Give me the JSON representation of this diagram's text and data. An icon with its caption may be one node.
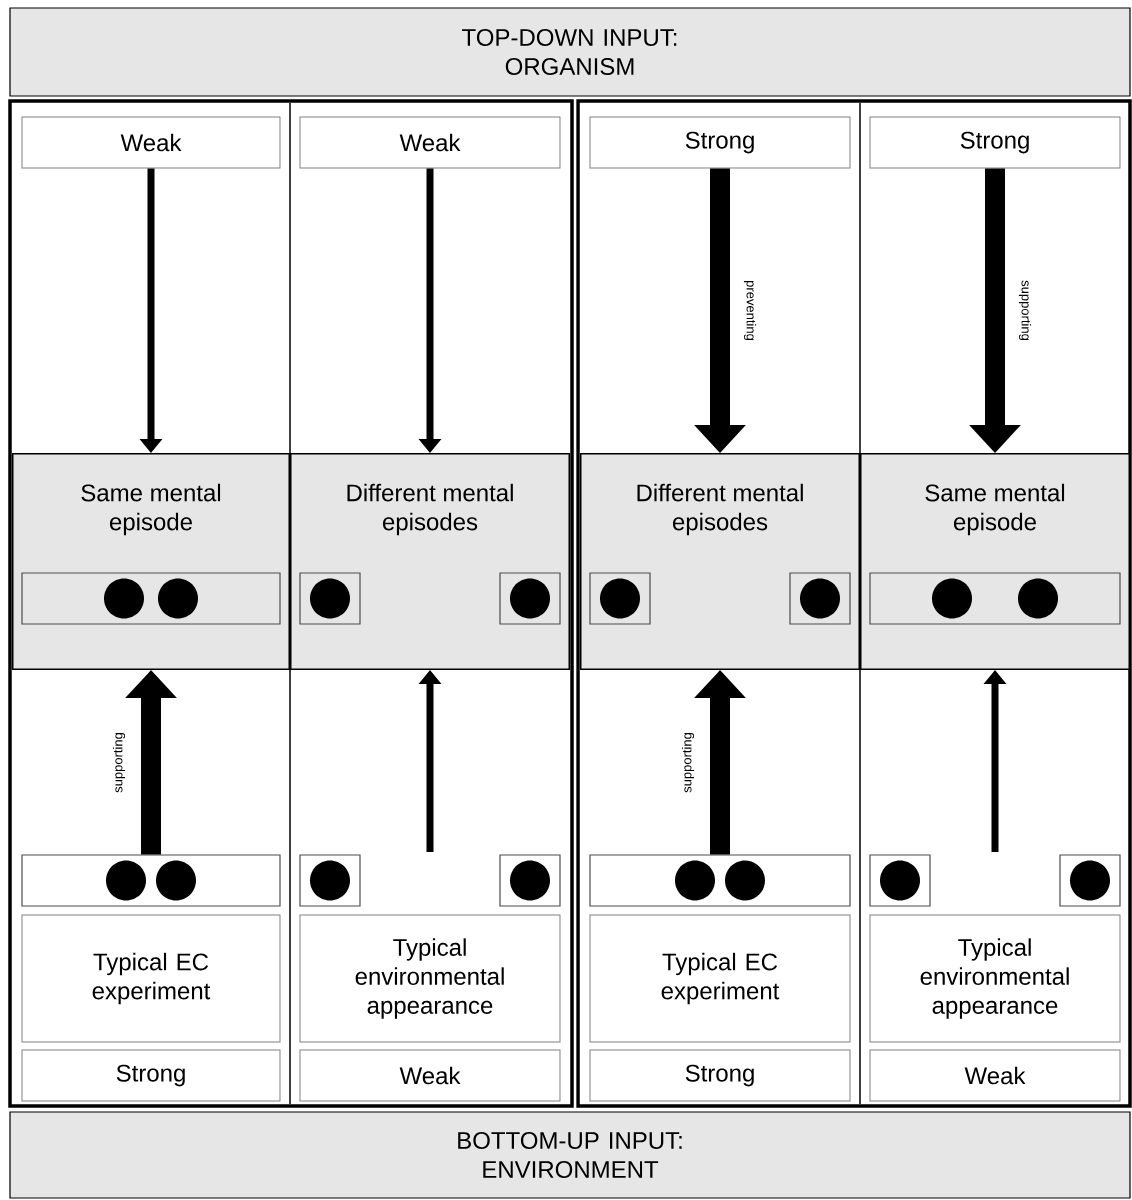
{
  "diagram": {
    "nodes": [
      {
        "text": [
          "TOP-DOWN INPUT: ORGANISM"
        ]
      },
      {
        "text": [],
        "shape": "box"
      },
      {
        "text": [],
        "shape": "box"
      },
      {
        "text": [
          "Weak"
        ],
        "in": 1
      },
      {
        "text": [
          "Same mental episode"
        ],
        "in": 1
      },
      {
        "text": [],
        "shape": "box",
        "in": 4
      },
      {
        "text": [],
        "shape": "box",
        "in": 1
      },
      {
        "text": [
          "Typical EC experiment"
        ],
        "in": 1
      },
      {
        "text": [
          "Strong"
        ],
        "in": 1
      },
      {
        "text": [
          "Weak"
        ],
        "in": 1
      },
      {
        "text": [
          "Different mental episodes"
        ],
        "in": 1
      },
      {
        "text": [],
        "shape": "box",
        "in": 10
      },
      {
        "text": [],
        "shape": "box",
        "in": 10
      },
      {
        "text": [],
        "shape": "box",
        "in": 1
      },
      {
        "text": [],
        "shape": "box",
        "in": 1
      },
      {
        "text": [
          "Typical environmental appearance"
        ],
        "in": 1
      },
      {
        "text": [
          "Weak"
        ],
        "in": 1
      },
      {
        "text": [
          "Strong"
        ],
        "in": 2
      },
      {
        "text": [
          "Different mental episodes"
        ],
        "in": 2
      },
      {
        "text": [],
        "shape": "box",
        "in": 18
      },
      {
        "text": [],
        "shape": "box",
        "in": 18
      },
      {
        "text": [],
        "shape": "box",
        "in": 2
      },
      {
        "text": [
          "Typical EC experiment"
        ],
        "in": 2
      },
      {
        "text": [
          "Strong"
        ],
        "in": 2
      },
      {
        "text": [
          "Strong"
        ],
        "in": 2
      },
      {
        "text": [
          "Same mental episode"
        ],
        "in": 2
      },
      {
        "text": [],
        "shape": "box",
        "in": 25
      },
      {
        "text": [],
        "shape": "box",
        "in": 2
      },
      {
        "text": [],
        "shape": "box",
        "in": 2
      },
      {
        "text": [
          "Typical environmental appearance"
        ],
        "in": 2
      },
      {
        "text": [
          "Weak"
        ],
        "in": 2
      },
      {
        "text": [
          "BOTTOM-UP INPUT: ENVIRONMENT"
        ]
      }
    ],
    "edges": [
      {
        "from": 3,
        "to": 4,
        "arrow": "to"
      },
      {
        "from": 6,
        "to": 4,
        "arrow": "to",
        "label": "supporting",
        "style": "thick"
      },
      {
        "from": 9,
        "to": 10,
        "arrow": "to"
      },
      {
        "from": null,
        "to": 10,
        "arrow": "to"
      },
      {
        "from": 17,
        "to": 18,
        "arrow": "to",
        "label": "preventing",
        "style": "thick"
      },
      {
        "from": 21,
        "to": 18,
        "arrow": "to",
        "label": "supporting",
        "style": "thick"
      },
      {
        "from": 24,
        "to": 25,
        "arrow": "to",
        "label": "supporting",
        "style": "thick"
      },
      {
        "from": null,
        "to": 25,
        "arrow": "to"
      }
    ]
  }
}
